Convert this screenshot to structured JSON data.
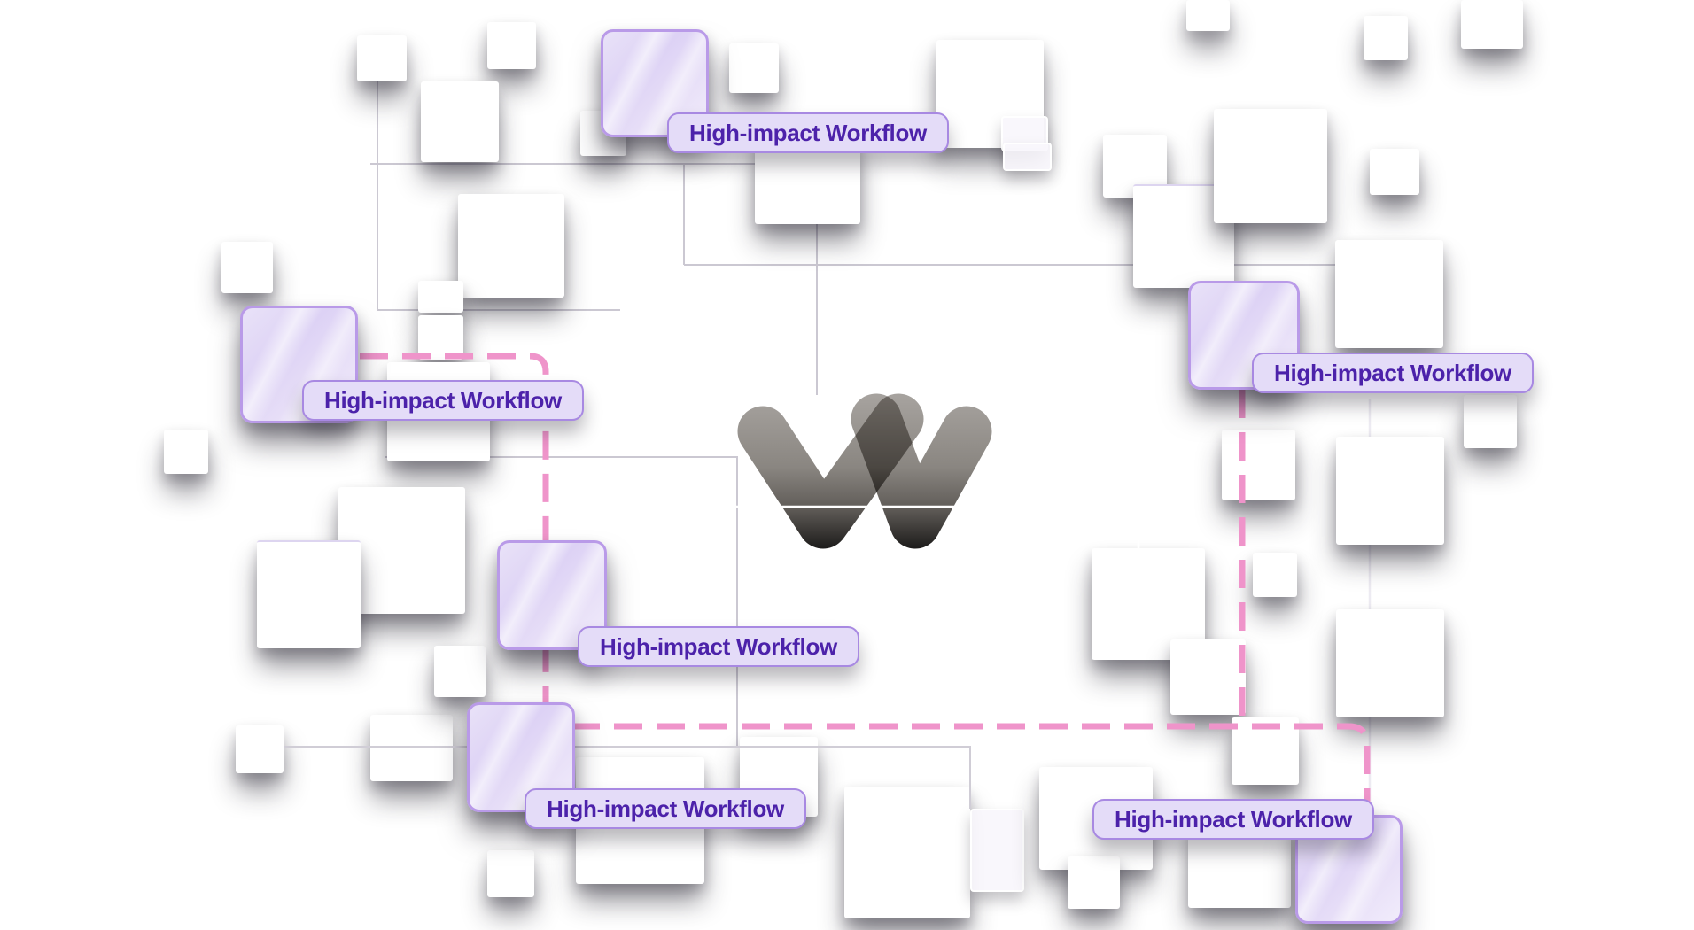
{
  "page": {
    "description": "Abstract workflow hero diagram with scattered cards, connectors and a W logo"
  },
  "logo": {
    "name": "w-logo",
    "letter": "W"
  },
  "badges": [
    {
      "text": "High-impact Workflow"
    },
    {
      "text": "High-impact Workflow"
    },
    {
      "text": "High-impact Workflow"
    },
    {
      "text": "High-impact Workflow"
    },
    {
      "text": "High-impact Workflow"
    },
    {
      "text": "High-impact Workflow"
    }
  ],
  "colors": {
    "badge_background": "#e4dcf8",
    "badge_border": "#a889e2",
    "badge_text": "#4c22aa",
    "purple_square_border": "#b99ae8",
    "purple_square_fill": "#ddd2f5",
    "dashed_path_pink": "#ef94ca",
    "connector_gray": "#cbc8d2",
    "connector_white": "#ffffff",
    "logo_gradient_top": "#a6a29e",
    "logo_gradient_bottom": "#161514"
  }
}
